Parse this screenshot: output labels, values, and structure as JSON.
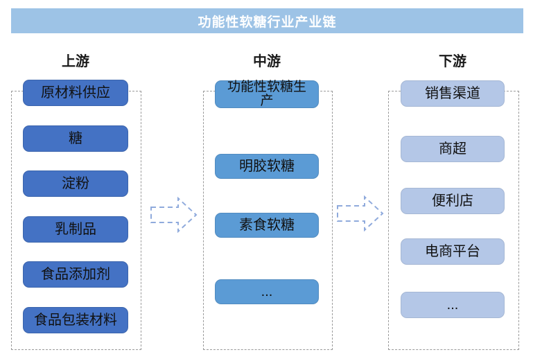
{
  "title": "功能性软糖行业产业链",
  "columns": [
    {
      "header": "上游",
      "items": [
        "原材料供应",
        "糖",
        "淀粉",
        "乳制品",
        "食品添加剂",
        "食品包装材料"
      ]
    },
    {
      "header": "中游",
      "items": [
        "功能性软糖生产",
        "明胶软糖",
        "素食软糖",
        "..."
      ]
    },
    {
      "header": "下游",
      "items": [
        "销售渠道",
        "商超",
        "便利店",
        "电商平台",
        "..."
      ]
    }
  ],
  "colors": {
    "title_bar": "#9DC3E6",
    "title_text": "#FFFFFF",
    "upstream_box": "#4472C4",
    "midstream_box": "#5B9BD5",
    "downstream_box": "#B4C7E7",
    "arrow_outline": "#8FAADC",
    "dashed_frame": "#9A9A9A",
    "box_text": "#111111"
  }
}
